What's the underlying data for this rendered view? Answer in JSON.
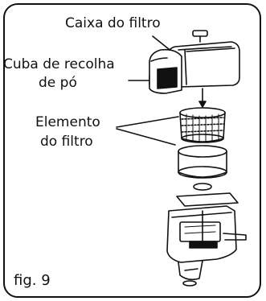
{
  "labels": {
    "filter_housing": "Caixa do filtro",
    "dust_cup_line1": "Cuba de recolha",
    "dust_cup_line2": "de pó",
    "filter_element_line1": "Elemento",
    "filter_element_line2": "do filtro",
    "figure_number": "fig. 9"
  },
  "colors": {
    "ink": "#111111",
    "background": "#ffffff"
  }
}
